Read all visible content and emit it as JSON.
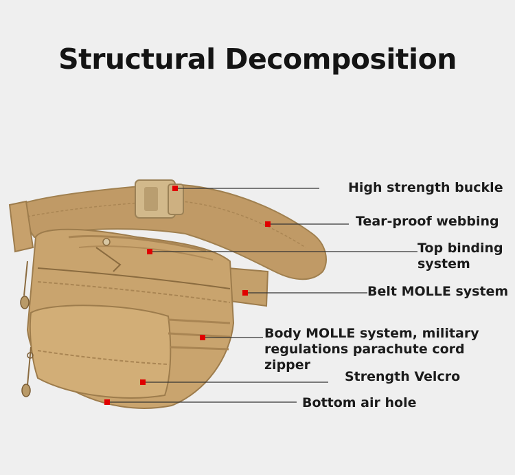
{
  "title": "Structural Decomposition",
  "callouts": [
    {
      "id": "buckle",
      "text": "High strength buckle"
    },
    {
      "id": "webbing",
      "text": "Tear-proof webbing"
    },
    {
      "id": "binding",
      "text": "Top binding\nsystem"
    },
    {
      "id": "belt-molle",
      "text": "Belt MOLLE system"
    },
    {
      "id": "body-molle",
      "text": "Body MOLLE system, military\nregulations parachute cord zipper"
    },
    {
      "id": "velcro",
      "text": "Strength Velcro"
    },
    {
      "id": "air-hole",
      "text": "Bottom air hole"
    }
  ],
  "colors": {
    "background": "#efefef",
    "bag": "#c9a46e",
    "bag_dark": "#a98553",
    "bag_light": "#d9b985",
    "marker": "#e00000",
    "leader": "#333333"
  }
}
